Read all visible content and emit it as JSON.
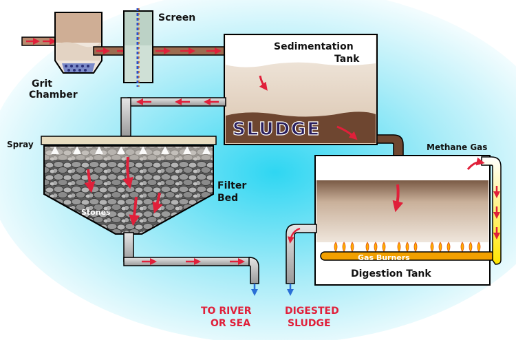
{
  "labels": {
    "screen": "Screen",
    "sedimentation_1": "Sedimentation",
    "sedimentation_2": "Tank",
    "grit_1": "Grit",
    "grit_2": "Chamber",
    "sludge": "SLUDGE",
    "spray": "Spray",
    "methane": "Methane Gas",
    "filter_1": "Filter",
    "filter_2": "Bed",
    "stones": "Stones",
    "gas_burners": "Gas Burners",
    "digestion": "Digestion Tank",
    "river_1": "TO RIVER",
    "river_2": "OR SEA",
    "digested_1": "DIGESTED",
    "digested_2": "SLUDGE"
  },
  "colors": {
    "background_glow": "#37d8f2",
    "pipe": "#bdbdbd",
    "sludge": "#6e4630",
    "water": "#e9ddd0",
    "arrow": "#e0203a",
    "outlet_text": "#e0203a",
    "flame": "#ffb000",
    "gas_pipe": "#ffe600"
  }
}
